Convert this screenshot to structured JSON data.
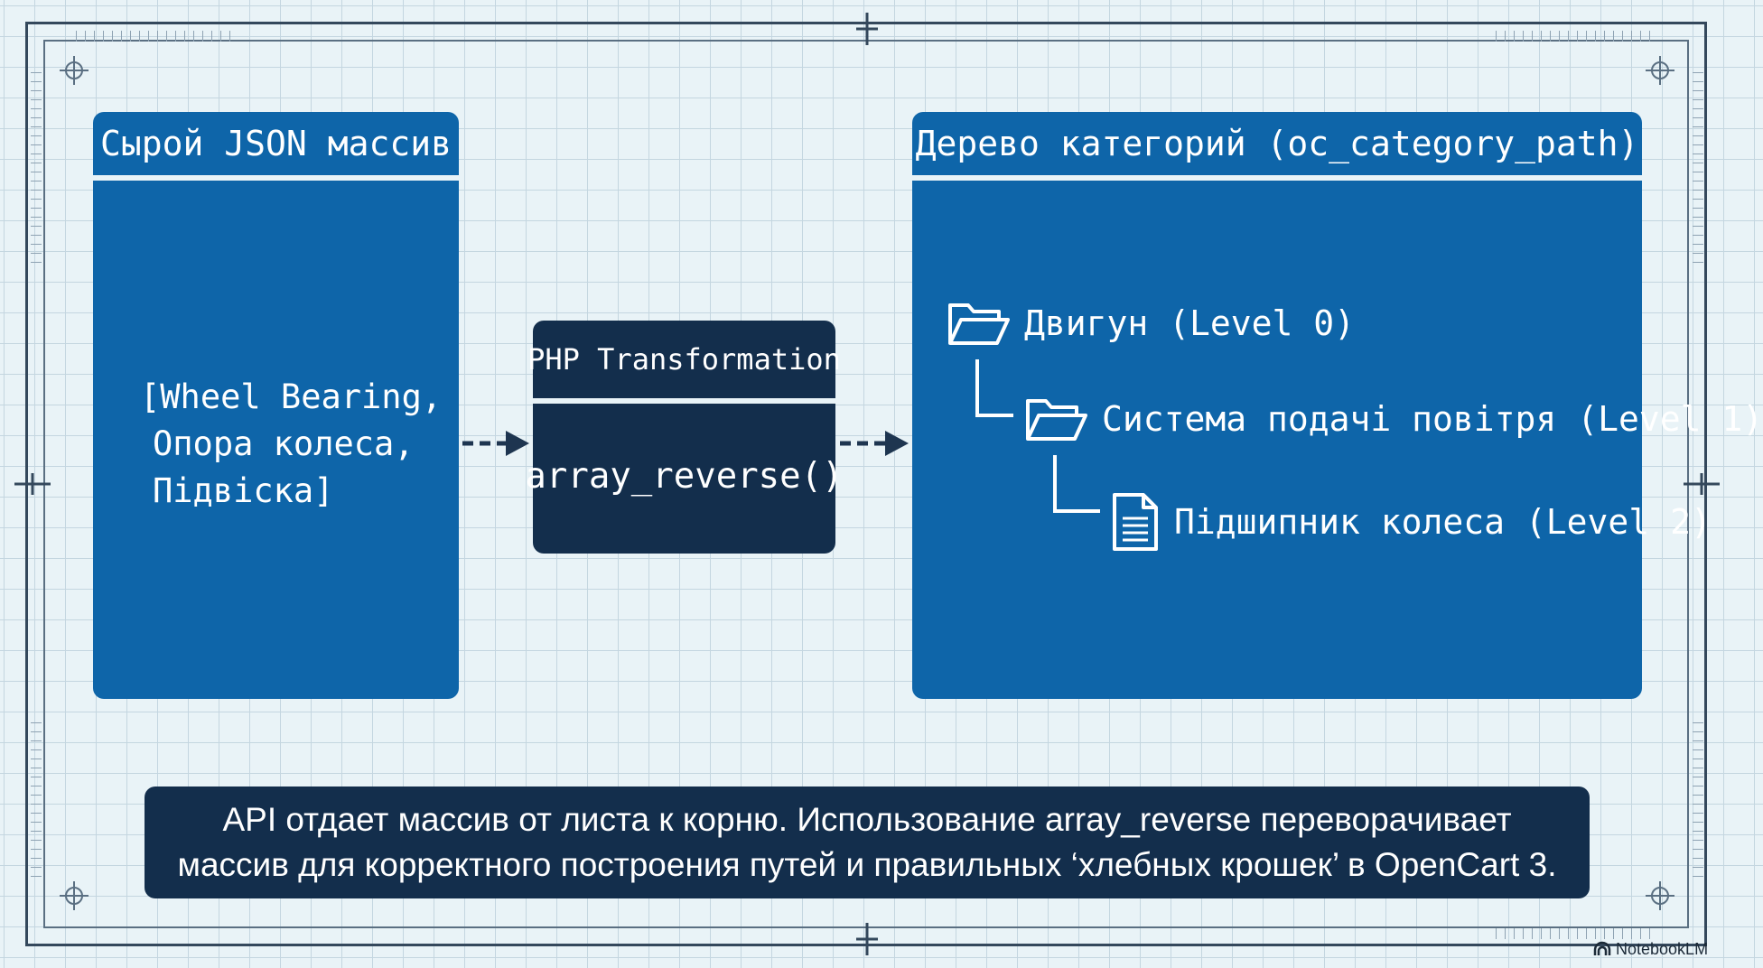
{
  "left_panel": {
    "title": "Сырой JSON массив",
    "lines": [
      "[Wheel Bearing,",
      "Опора колеса,",
      "Підвіска]"
    ]
  },
  "transform": {
    "title": "PHP Transformation",
    "function": "array_reverse()"
  },
  "right_panel": {
    "title": "Дерево категорий (oc_category_path)",
    "items": [
      {
        "label": "Двигун (Level 0)",
        "icon": "folder-open-icon",
        "level": 0
      },
      {
        "label": "Система подачі повітря (Level 1)",
        "icon": "folder-open-icon",
        "level": 1
      },
      {
        "label": "Підшипник колеса (Level 2)",
        "icon": "document-icon",
        "level": 2
      }
    ]
  },
  "caption": {
    "line1": "API отдает массив от листа к корню. Использование array_reverse переворачивает",
    "line2": "массив для корректного построения путей и правильных ‘хлебных крошек’ в OpenCart 3."
  },
  "brand": "NotebookLM",
  "colors": {
    "background": "#e9f3f7",
    "panel_blue": "#0e65a9",
    "dark_navy": "#132e4c",
    "frame": "#34485c"
  }
}
